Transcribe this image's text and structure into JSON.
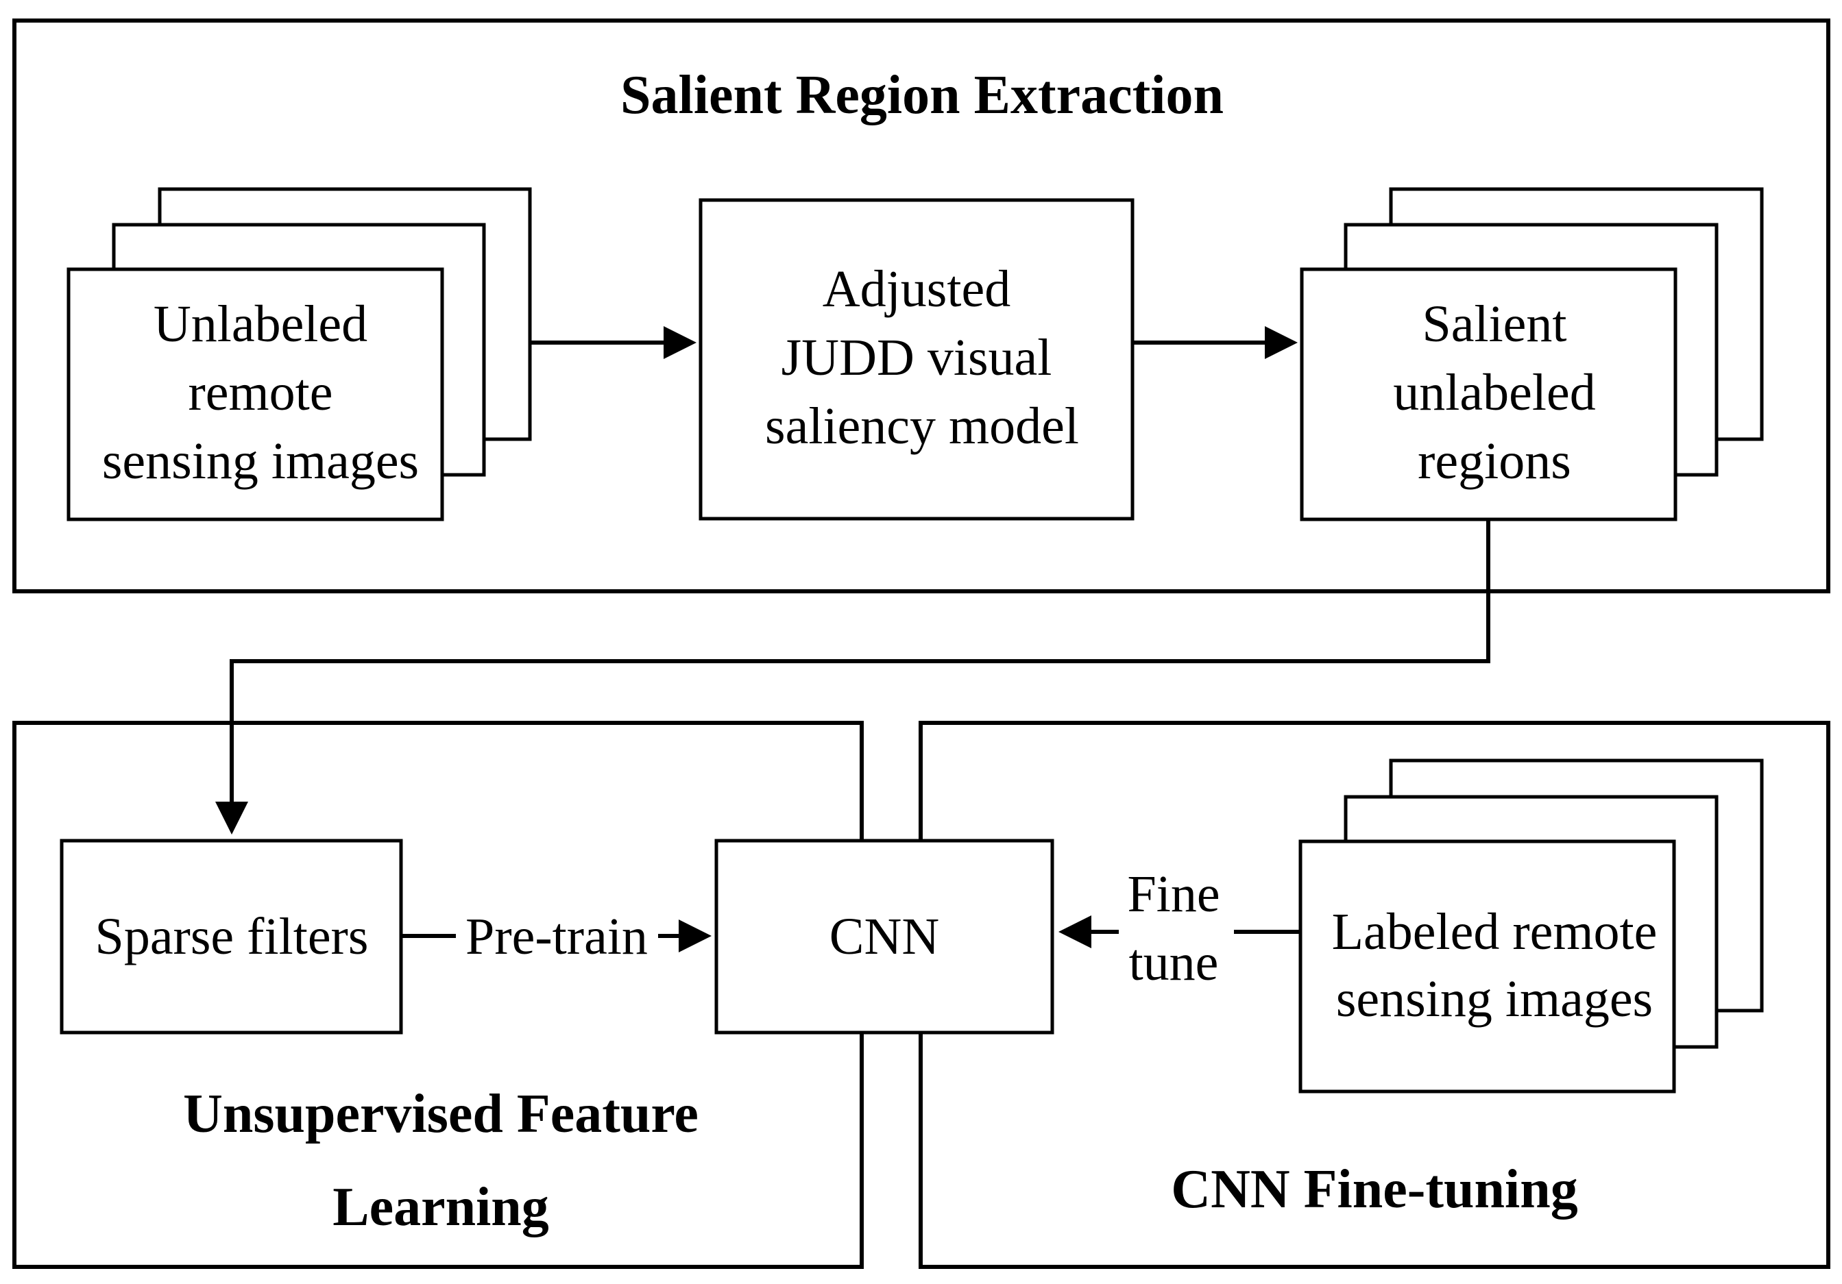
{
  "diagram": {
    "panels": {
      "top": {
        "title": "Salient Region Extraction"
      },
      "bottom_left": {
        "title_lines": [
          "Unsupervised Feature",
          "Learning"
        ]
      },
      "bottom_right": {
        "title": "CNN Fine-tuning"
      }
    },
    "nodes": {
      "unlabeled_images": {
        "lines": [
          "Unlabeled",
          "remote",
          "sensing images"
        ]
      },
      "saliency_model": {
        "lines": [
          "Adjusted",
          "JUDD visual",
          "saliency model"
        ]
      },
      "salient_regions": {
        "lines": [
          "Salient",
          "unlabeled",
          "regions"
        ]
      },
      "sparse_filters": {
        "label": "Sparse filters"
      },
      "cnn": {
        "label": "CNN"
      },
      "labeled_images": {
        "lines": [
          "Labeled remote",
          "sensing images"
        ]
      }
    },
    "edges": {
      "pretrain": {
        "label": "Pre-train"
      },
      "finetune": {
        "lines": [
          "Fine",
          "tune"
        ]
      }
    }
  }
}
